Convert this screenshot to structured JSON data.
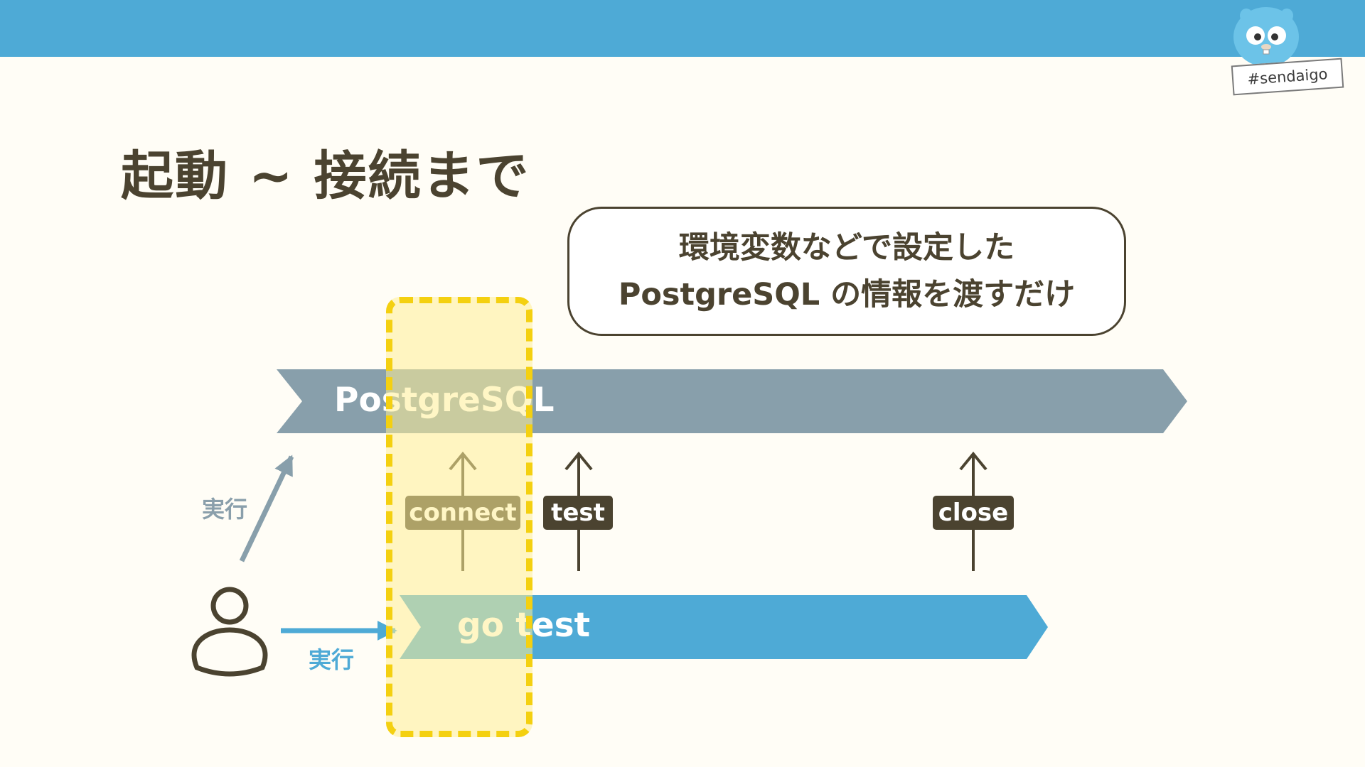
{
  "header": {
    "hashtag": "#sendaigo"
  },
  "slide": {
    "title": "起動 ~ 接続まで"
  },
  "callout": {
    "line1": "環境変数などで設定した",
    "line2": "PostgreSQL の情報を渡すだけ"
  },
  "lanes": {
    "postgres": {
      "label": "PostgreSQL",
      "color": "#889fab"
    },
    "gotest": {
      "label": "go test",
      "color": "#4eaad6"
    }
  },
  "calls": {
    "connect": "connect",
    "test": "test",
    "close": "close"
  },
  "actions": {
    "run_postgres": "実行",
    "run_gotest": "実行"
  },
  "colors": {
    "accent": "#4eaad6",
    "text": "#4b4330",
    "highlight_border": "#f4d010",
    "background": "#fffdf6"
  },
  "icons": [
    "gopher-mascot-icon",
    "user-icon",
    "arrow-up-icon",
    "arrow-right-icon"
  ]
}
